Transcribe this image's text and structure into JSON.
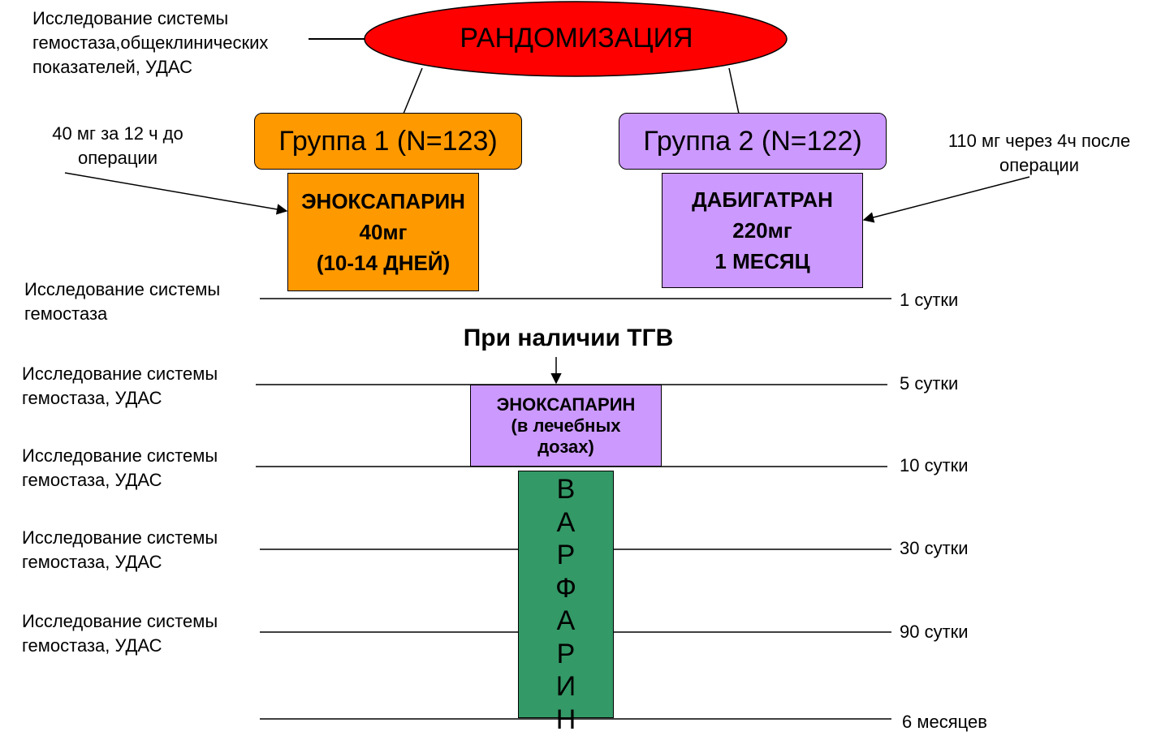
{
  "colors": {
    "randomization_fill": "#ff0000",
    "group1_fill": "#ff9900",
    "group2_fill": "#cc99ff",
    "enox_fill": "#ff9900",
    "dabig_fill": "#cc99ff",
    "enox_treat_fill": "#cc99ff",
    "warfarin_fill": "#339966"
  },
  "randomization": {
    "label": "РАНДОМИЗАЦИЯ"
  },
  "top_note": {
    "line1": "Исследование системы",
    "line2": "гемостаза,общеклинических",
    "line3": "показателей, УДАС"
  },
  "group1": {
    "label": "Группа 1 (N=123)",
    "note_line1": "40 мг за 12 ч до",
    "note_line2": "операции",
    "drug_line1": "ЭНОКСАПАРИН",
    "drug_line2": "40мг",
    "drug_line3": "(10-14 ДНЕЙ)"
  },
  "group2": {
    "label": "Группа 2 (N=122)",
    "note_line1": "110 мг через 4ч после",
    "note_line2": "операции",
    "drug_line1": "ДАБИГАТРАН",
    "drug_line2": "220мг",
    "drug_line3": "1 МЕСЯЦ"
  },
  "tgv": {
    "heading": "При наличии ТГВ",
    "drug_line1": "ЭНОКСАПАРИН",
    "drug_line2": "(в лечебных",
    "drug_line3": "дозах)"
  },
  "warfarin": {
    "letters": [
      "В",
      "А",
      "Р",
      "Ф",
      "А",
      "Р",
      "И",
      "Н"
    ]
  },
  "timeline": [
    {
      "left_line1": "Исследование системы",
      "left_line2": "гемостаза",
      "right": "1 сутки"
    },
    {
      "left_line1": "Исследование системы",
      "left_line2": "гемостаза, УДАС",
      "right": "5 сутки"
    },
    {
      "left_line1": "Исследование системы",
      "left_line2": "гемостаза, УДАС",
      "right": "10 сутки"
    },
    {
      "left_line1": "Исследование системы",
      "left_line2": "гемостаза, УДАС",
      "right": "30 сутки"
    },
    {
      "left_line1": "Исследование системы",
      "left_line2": "гемостаза, УДАС",
      "right": "90 сутки"
    },
    {
      "left_line1": "",
      "left_line2": "",
      "right": "6 месяцев"
    }
  ]
}
